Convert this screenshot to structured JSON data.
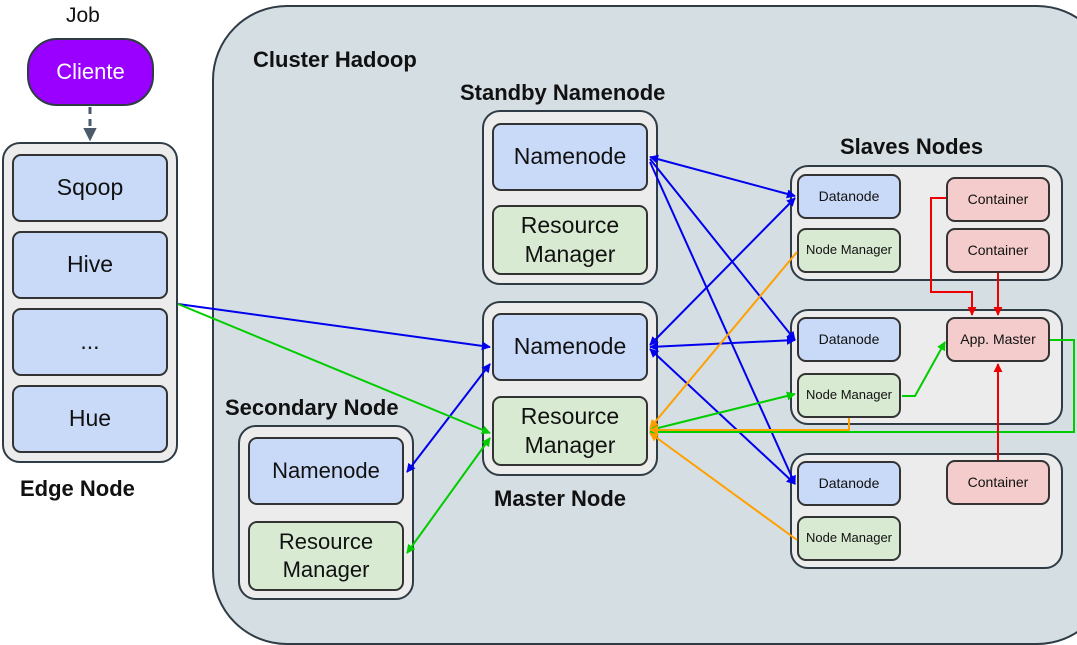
{
  "job_label": "Job",
  "client_label": "Cliente",
  "cluster_title": "Cluster Hadoop",
  "edge_node": {
    "title": "Edge Node",
    "items": [
      "Sqoop",
      "Hive",
      "...",
      "Hue"
    ]
  },
  "standby": {
    "title": "Standby Namenode",
    "namenode": "Namenode",
    "resource_manager": "Resource Manager"
  },
  "master": {
    "title": "Master Node",
    "namenode": "Namenode",
    "resource_manager": "Resource Manager"
  },
  "secondary": {
    "title": "Secondary Node",
    "namenode": "Namenode",
    "resource_manager": "Resource Manager"
  },
  "slaves": {
    "title": "Slaves Nodes",
    "nodes": [
      {
        "datanode": "Datanode",
        "node_manager": "Node Manager",
        "containers": [
          "Container",
          "Container"
        ]
      },
      {
        "datanode": "Datanode",
        "node_manager": "Node Manager",
        "app_master": "App. Master"
      },
      {
        "datanode": "Datanode",
        "node_manager": "Node Manager",
        "containers": [
          "Container"
        ]
      }
    ]
  },
  "colors": {
    "hdfs_link": "#0000ee",
    "yarn_link": "#00cc00",
    "nodemanager_link": "#ffa000",
    "container_link": "#ee0000",
    "client_link": "#4a5a6a"
  }
}
